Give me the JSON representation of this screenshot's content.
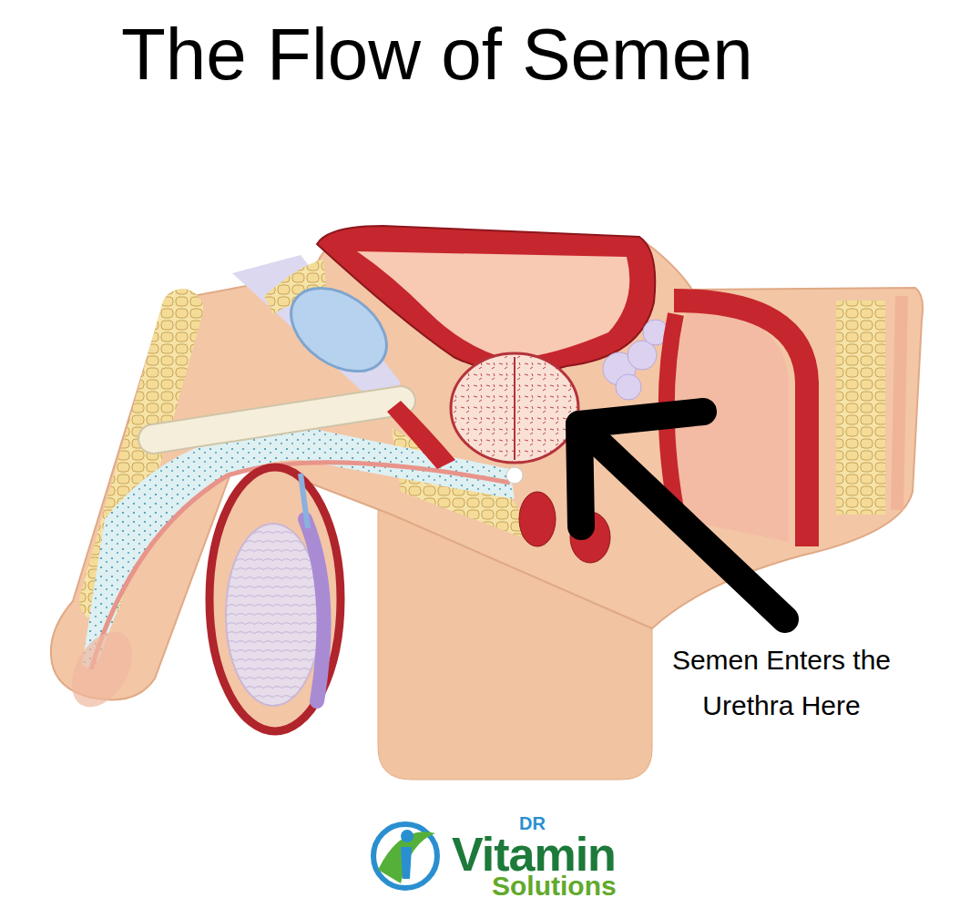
{
  "diagram": {
    "title": "The Flow of Semen",
    "labels": [
      "Semen Enters the Urethra Here",
      "DR",
      "Vitamin",
      "Solutions"
    ]
  }
}
